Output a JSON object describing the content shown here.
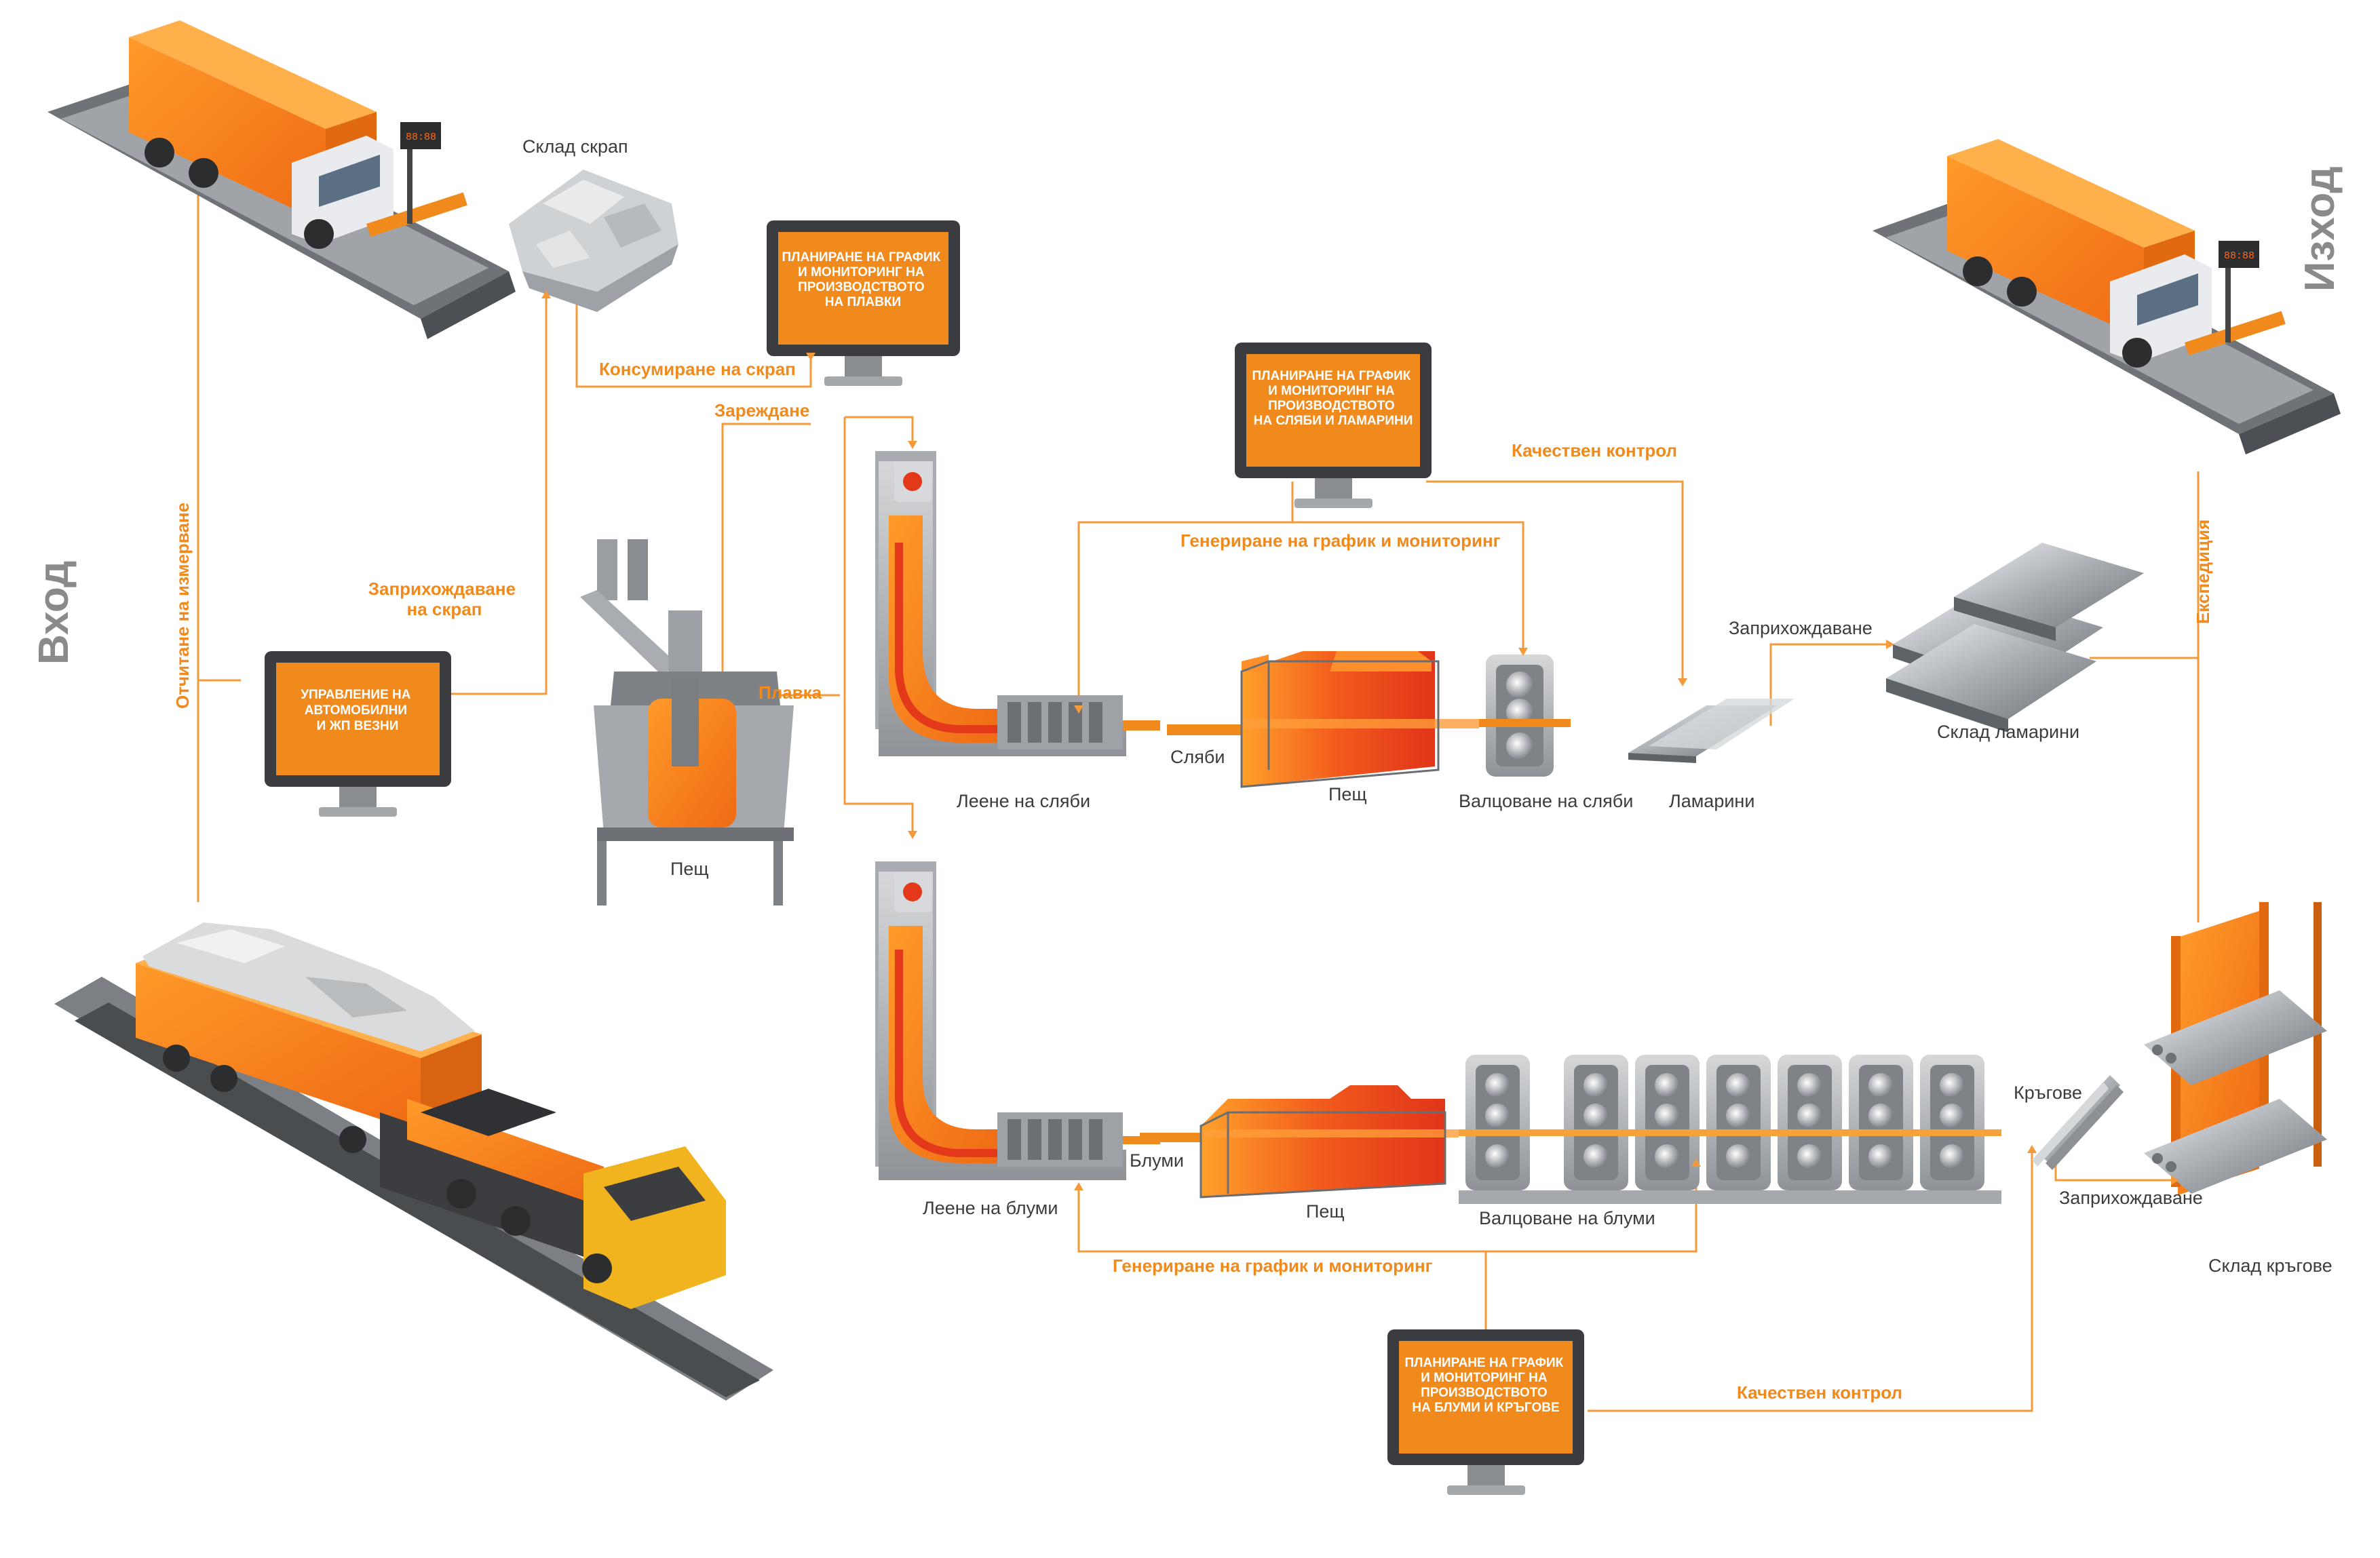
{
  "side_labels": {
    "input": "Вход",
    "output": "Изход"
  },
  "screens": {
    "vehicle_scales": [
      "УПРАВЛЕНИЕ НА",
      "АВТОМОБИЛНИ",
      "И ЖП ВЕЗНИ"
    ],
    "melt_planning": [
      "ПЛАНИРАНЕ НА ГРАФИК",
      "И МОНИТОРИНГ НА",
      "ПРОИЗВОДСТВОТО",
      "НА ПЛАВКИ"
    ],
    "slab_planning": [
      "ПЛАНИРАНЕ НА ГРАФИК",
      "И МОНИТОРИНГ НА",
      "ПРОИЗВОДСТВОТО",
      "НА СЛЯБИ И ЛАМАРИНИ"
    ],
    "bloom_planning": [
      "ПЛАНИРАНЕ НА ГРАФИК",
      "И МОНИТОРИНГ НА",
      "ПРОИЗВОДСТВОТО",
      "НА БЛУМИ И КРЪГОВЕ"
    ]
  },
  "flow_labels": {
    "weighing_read": "Отчитане на измерване",
    "scrap_receipt": [
      "Заприхождаване",
      "на скрап"
    ],
    "scrap_consumption": "Консумиране на скрап",
    "charging": "Зареждане",
    "melting": "Плавка",
    "slab_quality": "Качествен контрол",
    "slab_schedule": "Генериране на график и мониторинг",
    "plate_receipt": "Заприхождаване",
    "dispatch": "Експедиция",
    "bloom_schedule": "Генериране на график и мониторинг",
    "bloom_quality": "Качествен контрол",
    "round_receipt": "Заприхождаване"
  },
  "equipment_labels": {
    "scrap_store": "Склад скрап",
    "furnace_main": "Пещ",
    "slab_casting": "Леене на сляби",
    "slabs": "Сляби",
    "slab_furnace": "Пещ",
    "slab_rolling": "Валцоване на сляби",
    "plates": "Ламарини",
    "plate_store": "Склад ламарини",
    "bloom_casting": "Леене на блуми",
    "blooms": "Блуми",
    "bloom_furnace": "Пещ",
    "bloom_rolling": "Валцоване на  блуми",
    "rounds": "Кръгове",
    "round_store": "Склад кръгове"
  },
  "truck_display": "88:88",
  "colors": {
    "orange": "#f08a1c",
    "orange_light": "#f5a23a",
    "red": "#e8431b",
    "gray": "#8a8a8a",
    "dark": "#3c3c3c",
    "steel": "#b9bcc0"
  }
}
